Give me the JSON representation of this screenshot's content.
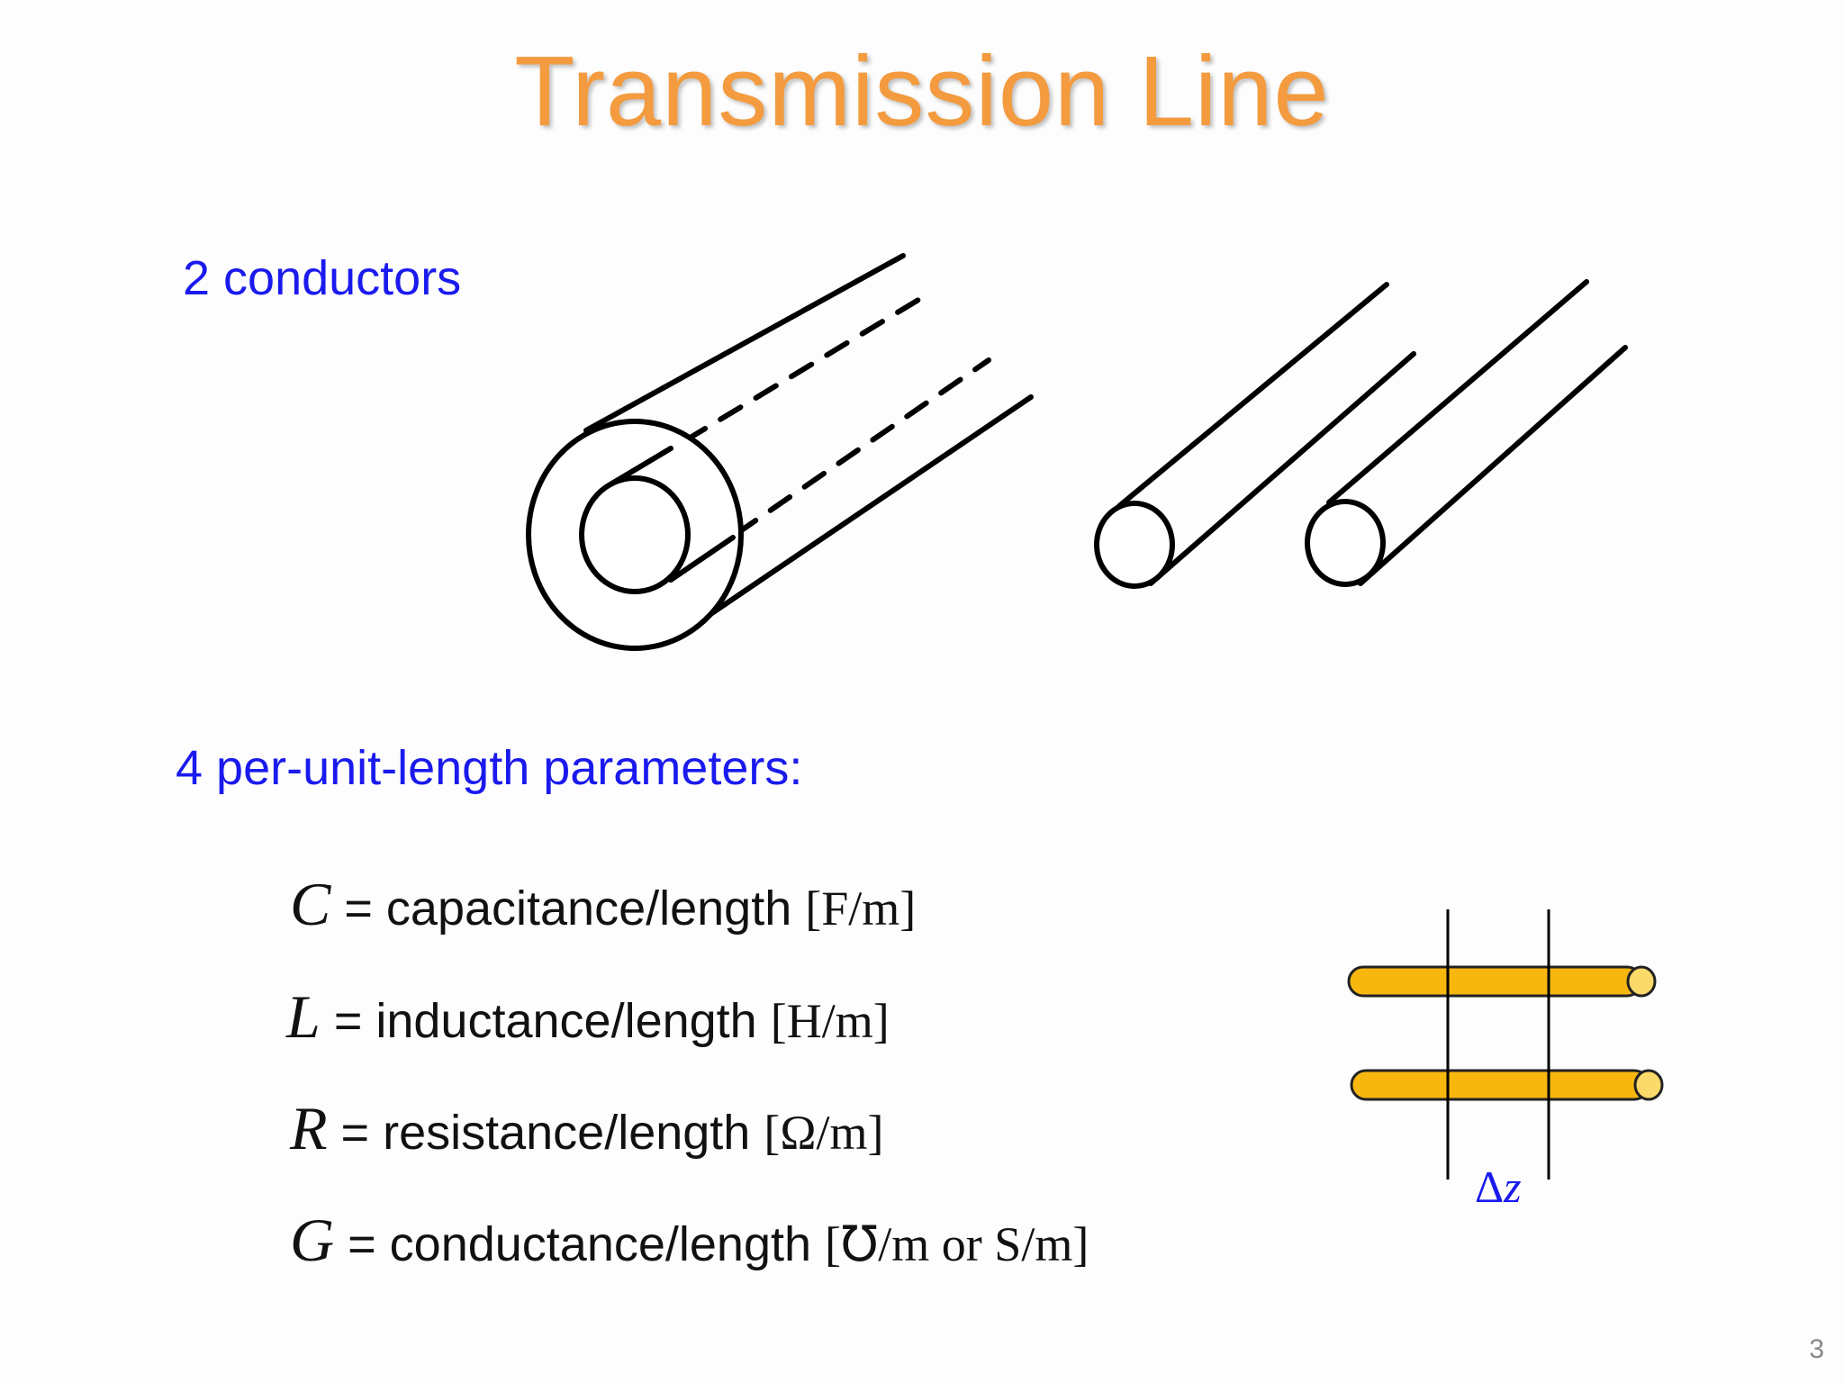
{
  "title": "Transmission Line",
  "section_conductors": "2 conductors",
  "section_params": "4 per-unit-length parameters:",
  "parameters": [
    {
      "symbol": "C",
      "eq": " = ",
      "desc": "capacitance/length",
      "unit": "[F/m]"
    },
    {
      "symbol": "L",
      "eq": " = ",
      "desc": "inductance/length",
      "unit": "[H/m]"
    },
    {
      "symbol": "R",
      "eq": " = ",
      "desc": "resistance/length",
      "unit": "[Ω/m]"
    },
    {
      "symbol": "G",
      "eq": " = ",
      "desc": "conductance/length",
      "unit": "[℧/m or S/m]"
    }
  ],
  "segment_label": {
    "delta": "Δ",
    "var": "z"
  },
  "page_number": "3",
  "colors": {
    "title": "#f39b3e",
    "heading": "#1a1aee",
    "wire_fill": "#f7b70f",
    "wire_end": "#fbd96a"
  }
}
